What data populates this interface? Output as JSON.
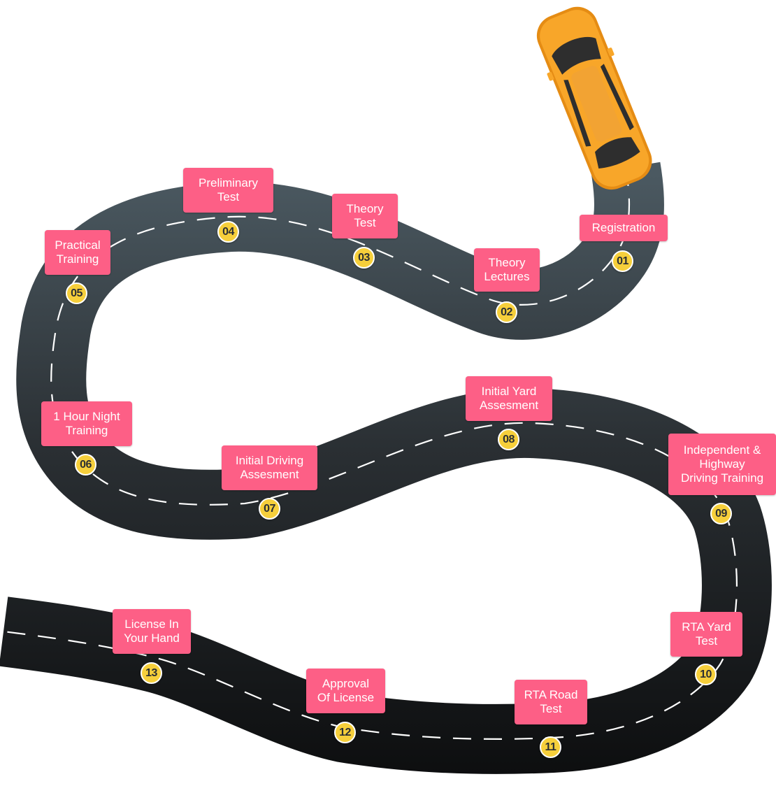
{
  "colors": {
    "road_light": "#4b5961",
    "road_dark": "#0c0d0e",
    "lane_marking": "#ffffff",
    "label_bg": "#fd5f86",
    "badge_bg": "#f6cf3b",
    "badge_text": "#2b2f33",
    "car_body": "#f8a629",
    "car_glass": "#2e2e2e"
  },
  "icons": {
    "car": "car-top-view-icon"
  },
  "steps": [
    {
      "number": "01",
      "label": "Registration"
    },
    {
      "number": "02",
      "label": "Theory\nLectures"
    },
    {
      "number": "03",
      "label": "Theory\nTest"
    },
    {
      "number": "04",
      "label": "Preliminary\nTest"
    },
    {
      "number": "05",
      "label": "Practical\nTraining"
    },
    {
      "number": "06",
      "label": "1 Hour Night\nTraining"
    },
    {
      "number": "07",
      "label": "Initial Driving\nAssesment"
    },
    {
      "number": "08",
      "label": "Initial Yard\nAssesment"
    },
    {
      "number": "09",
      "label": "Independent &\nHighway\nDriving Training"
    },
    {
      "number": "10",
      "label": "RTA Yard\nTest"
    },
    {
      "number": "11",
      "label": "RTA Road\nTest"
    },
    {
      "number": "12",
      "label": "Approval\nOf License"
    },
    {
      "number": "13",
      "label": "License In\nYour Hand"
    }
  ]
}
